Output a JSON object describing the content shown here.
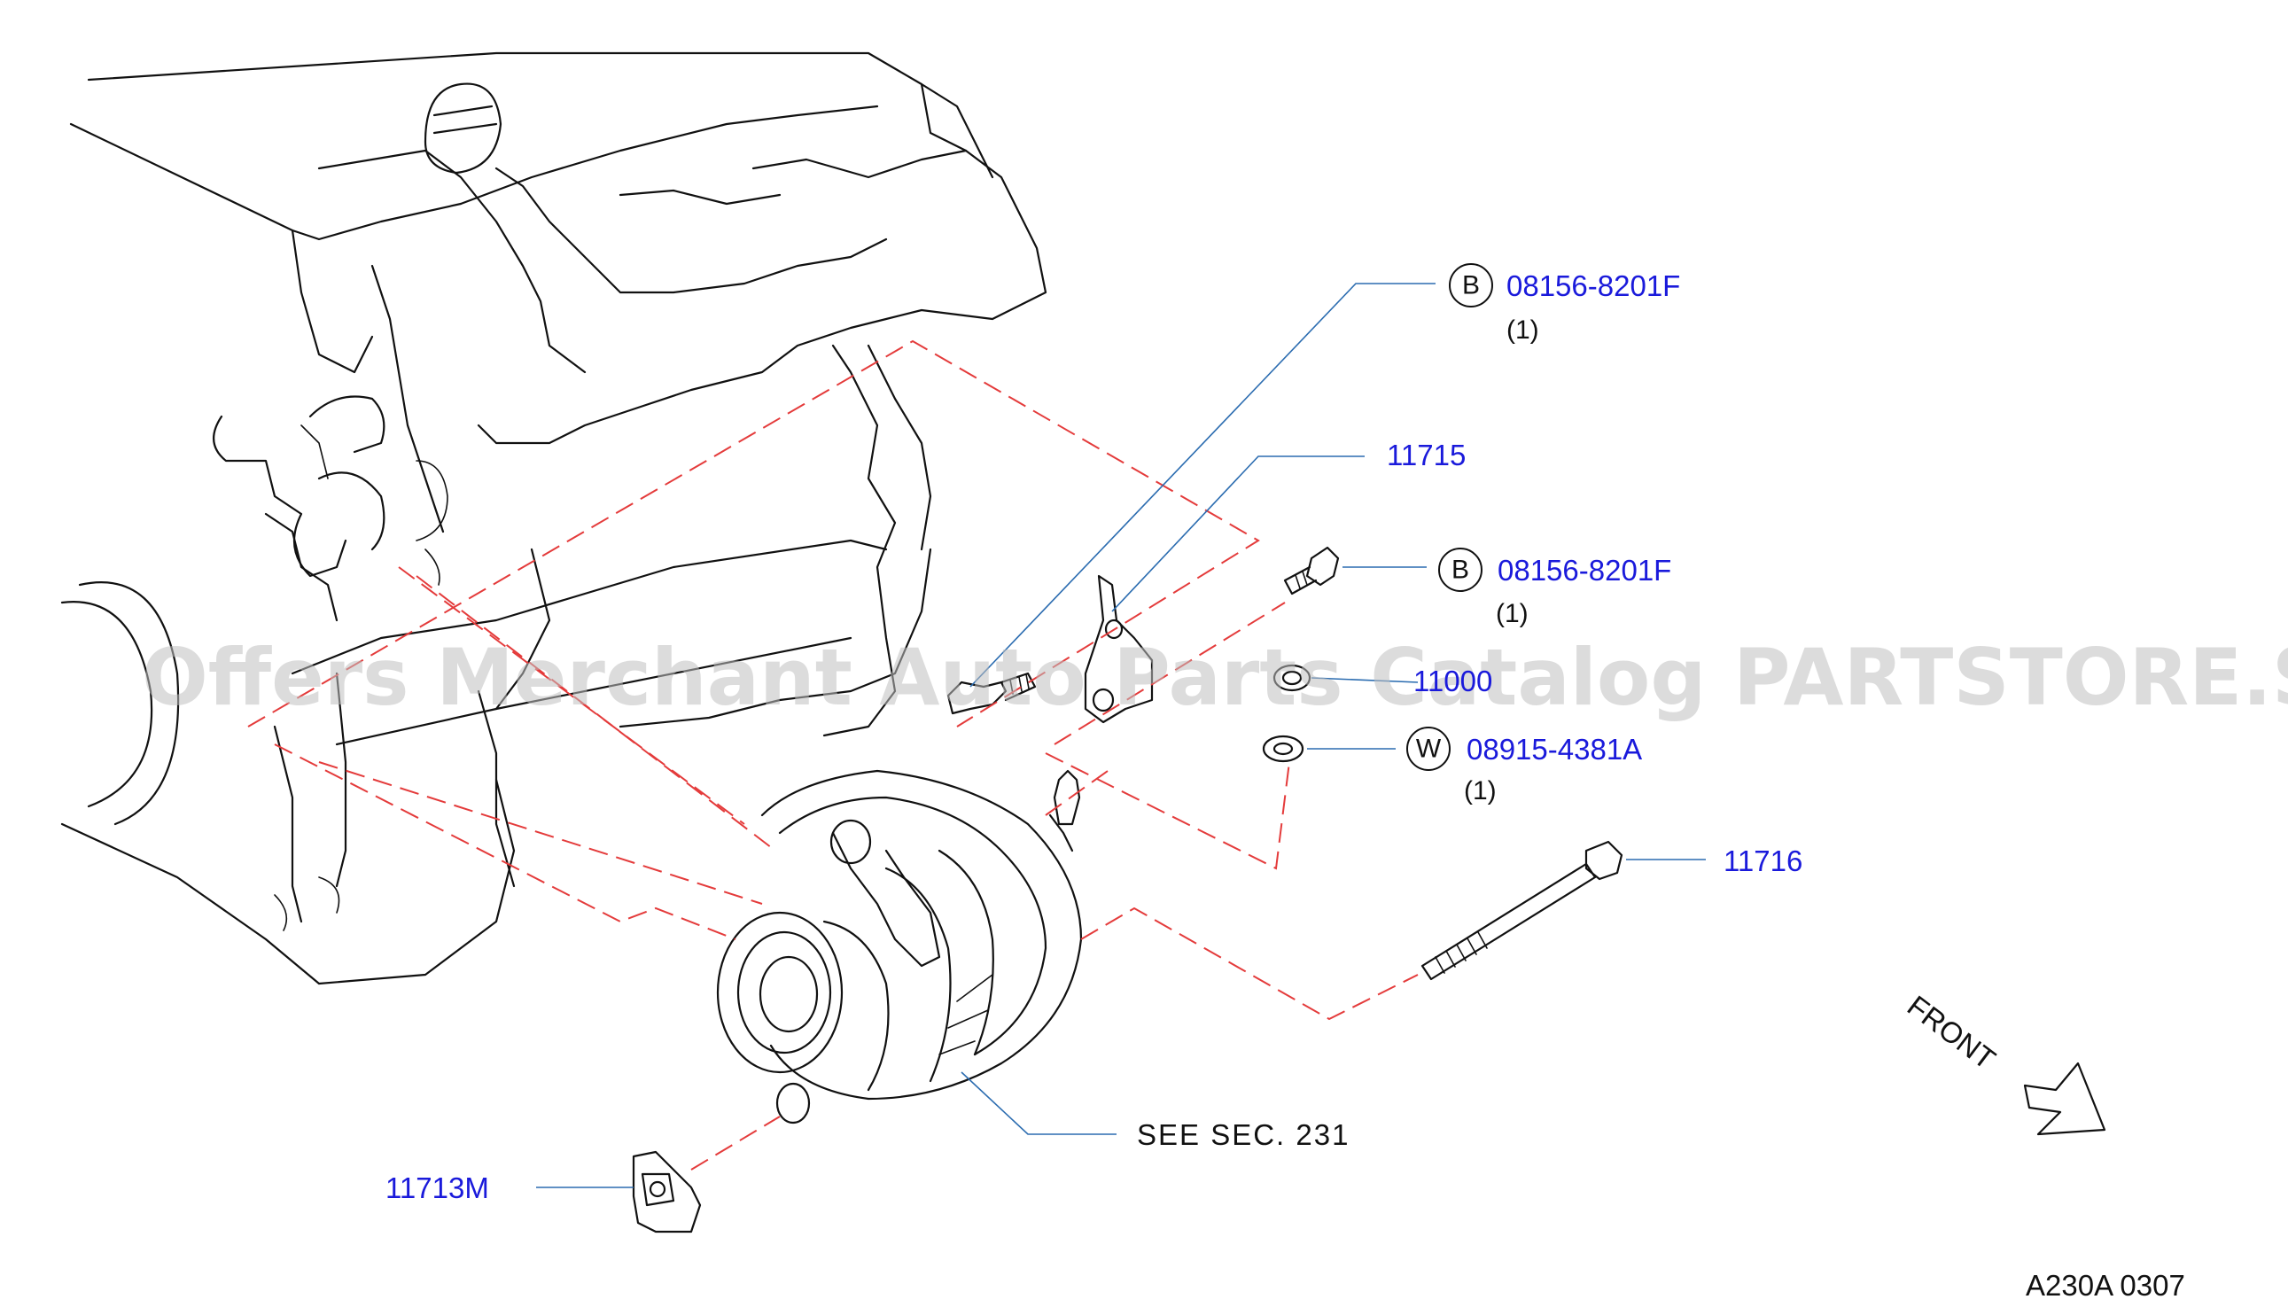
{
  "watermark": "Offers Merchant Auto Parts Catalog PARTSTORE.SA",
  "callouts": [
    {
      "badge": "B",
      "part_number": "08156-8201F",
      "qty": "(1)"
    },
    {
      "part_number": "11715"
    },
    {
      "badge": "B",
      "part_number": "08156-8201F",
      "qty": "(1)"
    },
    {
      "part_number": "11716"
    },
    {
      "badge": "W",
      "part_number": "08915-4381A",
      "qty": "(1)"
    },
    {
      "part_number": "11713M"
    }
  ],
  "obscured_label": "11000",
  "see_section": "SEE  SEC.  231",
  "front_label": "FRONT",
  "diagram_code": "A230A  0307",
  "colors": {
    "part_number": "#1a1adb",
    "dashed_guide": "#e43b3b",
    "leader": "#2b6cb0",
    "ink": "#111111"
  }
}
